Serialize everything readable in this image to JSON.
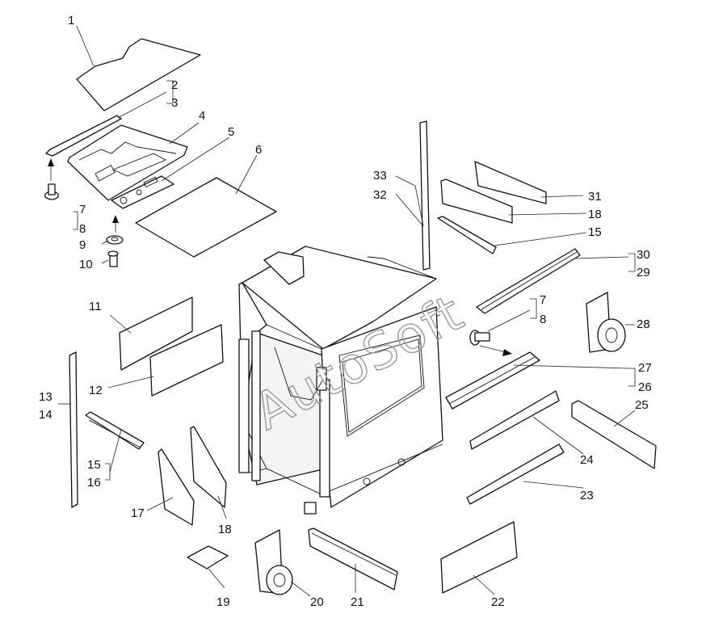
{
  "watermark": "AutoSoft",
  "callouts": [
    {
      "id": "c1",
      "text": "1"
    },
    {
      "id": "c2",
      "text": "2"
    },
    {
      "id": "c3",
      "text": "3"
    },
    {
      "id": "c4",
      "text": "4"
    },
    {
      "id": "c5",
      "text": "5"
    },
    {
      "id": "c6",
      "text": "6"
    },
    {
      "id": "c7a",
      "text": "7"
    },
    {
      "id": "c8a",
      "text": "8"
    },
    {
      "id": "c9",
      "text": "9"
    },
    {
      "id": "c10",
      "text": "10"
    },
    {
      "id": "c11",
      "text": "11"
    },
    {
      "id": "c12",
      "text": "12"
    },
    {
      "id": "c13",
      "text": "13"
    },
    {
      "id": "c14",
      "text": "14"
    },
    {
      "id": "c15a",
      "text": "15"
    },
    {
      "id": "c16",
      "text": "16"
    },
    {
      "id": "c17",
      "text": "17"
    },
    {
      "id": "c18a",
      "text": "18"
    },
    {
      "id": "c19",
      "text": "19"
    },
    {
      "id": "c20",
      "text": "20"
    },
    {
      "id": "c21",
      "text": "21"
    },
    {
      "id": "c22",
      "text": "22"
    },
    {
      "id": "c23",
      "text": "23"
    },
    {
      "id": "c24",
      "text": "24"
    },
    {
      "id": "c25",
      "text": "25"
    },
    {
      "id": "c26",
      "text": "26"
    },
    {
      "id": "c27",
      "text": "27"
    },
    {
      "id": "c28",
      "text": "28"
    },
    {
      "id": "c29",
      "text": "29"
    },
    {
      "id": "c30",
      "text": "30"
    },
    {
      "id": "c15b",
      "text": "15"
    },
    {
      "id": "c18b",
      "text": "18"
    },
    {
      "id": "c31",
      "text": "31"
    },
    {
      "id": "c32",
      "text": "32"
    },
    {
      "id": "c33",
      "text": "33"
    },
    {
      "id": "c7b",
      "text": "7"
    },
    {
      "id": "c8b",
      "text": "8"
    }
  ]
}
